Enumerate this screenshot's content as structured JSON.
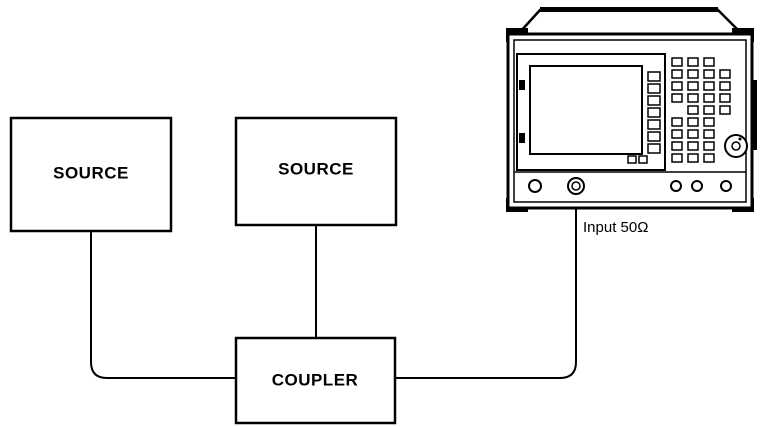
{
  "blocks": {
    "source_left": {
      "label": "SOURCE"
    },
    "source_right": {
      "label": "SOURCE"
    },
    "coupler": {
      "label": "COUPLER"
    }
  },
  "analyzer": {
    "input_label": "Input 50Ω"
  },
  "colors": {
    "line": "#000000",
    "background": "#ffffff",
    "screen": "#ffffff"
  }
}
